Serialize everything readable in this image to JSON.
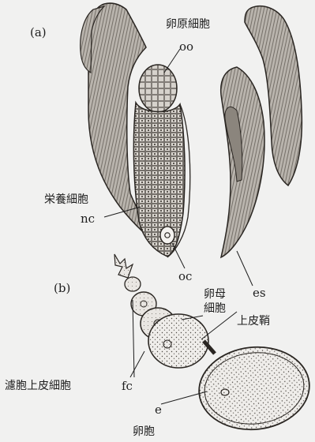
{
  "panels": {
    "a": "(a)",
    "b": "(b)"
  },
  "labels": {
    "oocyte_primary": "卵原細胞",
    "oo": "oo",
    "nurse_cells": "栄養細胞",
    "nc": "nc",
    "oc": "oc",
    "es": "es",
    "oocyte": "卵母",
    "oocyte_2": "細胞",
    "epithelial_sheath": "上皮鞘",
    "follicle_cells": "濾胞上皮細胞",
    "fc": "fc",
    "e": "e",
    "egg": "卵胞"
  }
}
